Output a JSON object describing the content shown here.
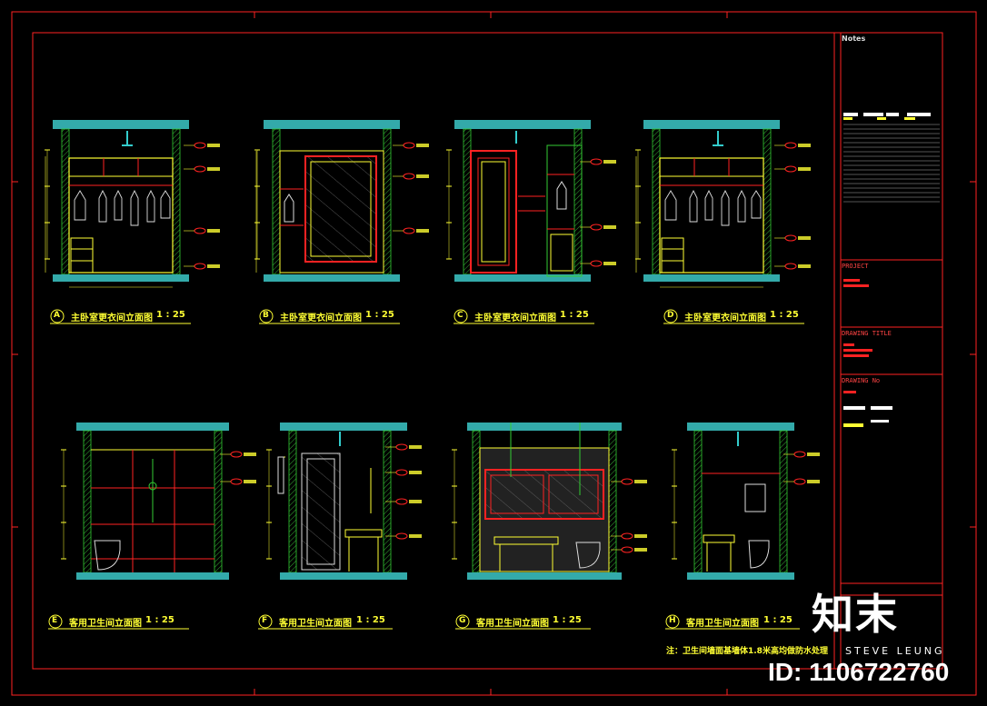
{
  "titleblock": {
    "notes_label": "Notes",
    "project_label": "PROJECT",
    "drawing_title_label": "DRAWING TITLE",
    "drawing_no_label": "DRAWING No"
  },
  "elevations": [
    {
      "letter": "A",
      "title": "主卧室更衣间立面图",
      "scale": "1 : 25"
    },
    {
      "letter": "B",
      "title": "主卧室更衣间立面图",
      "scale": "1 : 25"
    },
    {
      "letter": "C",
      "title": "主卧室更衣间立面图",
      "scale": "1 : 25"
    },
    {
      "letter": "D",
      "title": "主卧室更衣间立面图",
      "scale": "1 : 25"
    },
    {
      "letter": "E",
      "title": "客用卫生间立面图",
      "scale": "1 : 25"
    },
    {
      "letter": "F",
      "title": "客用卫生间立面图",
      "scale": "1 : 25"
    },
    {
      "letter": "G",
      "title": "客用卫生间立面图",
      "scale": "1 : 25"
    },
    {
      "letter": "H",
      "title": "客用卫生间立面图",
      "scale": "1 : 25"
    }
  ],
  "note": "注：卫生间墙面基墙体1.8米高均做防水处理",
  "watermark": {
    "logo": "知末",
    "brand": "STEVE LEUNG",
    "id": "ID: 1106722760"
  },
  "colors": {
    "frame": "#ff1a1a",
    "wall": "#33dd33",
    "slab": "#33aaaa",
    "cabinet": "#ffff33",
    "detail": "#ff2222",
    "text": "#ffff33"
  }
}
